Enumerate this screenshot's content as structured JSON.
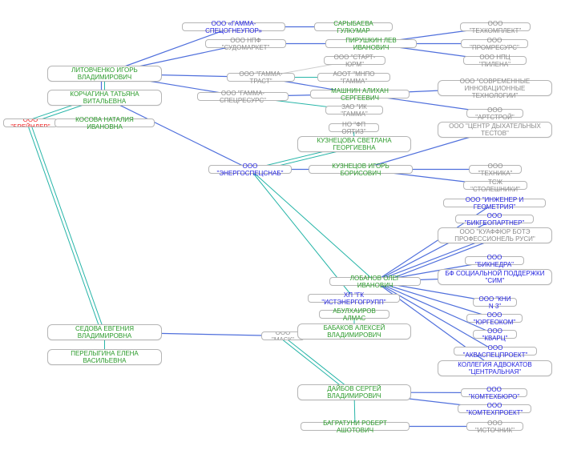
{
  "colors": {
    "person": "#2a9a2a",
    "company_active": "#2323e0",
    "company_inactive": "#8a8a8a",
    "root": "#ee2222",
    "edge_blue": "#4f6fdc",
    "edge_teal": "#27b5a8",
    "edge_gray": "#cccccc"
  },
  "nodes": {
    "breinder": "ООО \"БРЕЙНДЕР\"",
    "kosova": "КОСОВА НАТАЛИЯ ИВАНОВНА",
    "litovchenko": "ЛИТОВЧЕНКО ИГОРЬ\nВЛАДИМИРОВИЧ",
    "korchagina": "КОРЧАГИНА ТАТЬЯНА\nВИТАЛЬЕВНА",
    "sedova": "СЕДОВА ЕВГЕНИЯ\nВЛАДИМИРОВНА",
    "perelygina": "ПЕРЕЛЫГИНА ЕЛЕНА\nВАСИЛЬЕВНА",
    "gamma_spetsogneupor": "ООО «ГАММА-СПЕЦОГНЕУПОР»",
    "sudomarket": "ООО НПФ \"СУДОМАРКЕТ\"",
    "gamma_trast": "ООО \"ГАММА-ТРАСТ\"",
    "gamma_spetsresurs": "ООО \"ГАММА-СПЕЦРЕСУРС\"",
    "sarybaeva": "САРЫБАЕВА ГУЛКУМАР",
    "pirushkin": "ПИРУШКИН ЛЕВ ИВАНОВИЧ",
    "start_yurm": "ООО \"СТАРТ-ЮРМ\"",
    "mnpo_gamma": "АООТ \"МНПО \"ГАММА\"",
    "mashnin": "МАШНИН АЛИХАН СЕРГЕЕВИЧ",
    "ik_gamma": "ЗАО \"ИК \"ГАММА\"",
    "tekhkomplekt": "ООО \"ТЕХКОМПЛЕКТ\"",
    "promresurs": "ООО \"ПРОМРЕСУРС\"",
    "pilena": "ООО НПЦ \"ПИЛЕНА\"",
    "sovr_innov": "ООО \"СОВРЕМЕННЫЕ\nИННОВАЦИОННЫЕ ТЕХНОЛОГИИ\"",
    "artstroy": "ООО \"АРТСТРОЙ\"",
    "fp_oyatiz": "НО \"ФП ОЯТИЗ\"",
    "kuznetsova": "КУЗНЕЦОВА СВЕТЛАНА\nГЕОРГИЕВНА",
    "energospetssnab": "ООО \"ЭНЕРГОСПЕЦСНАБ\"",
    "kuznetsov": "КУЗНЕЦОВ ИГОРЬ БОРИСОВИЧ",
    "tsentr_dykh": "ООО \"ЦЕНТР ДЫХАТЕЛЬНЫХ\nТЕСТОВ\"",
    "tekhnika": "ООО \"ТЕХНИКА\"",
    "stoleshniki": "ТСЖ \"СТОЛЕШНИКИ\"",
    "inzhener": "ООО \"ИНЖЕНЕР И ГЕОМЕТРИЯ\"",
    "bikgeopartner": "ООО \"БИКГЕОПАРТНЕР\"",
    "kuaffyur": "ООО \"КУАФФЮР БОТЭ\nПРОФЕССИОНЕЛЬ РУСИ\"",
    "biknedra": "ООО \"БИКНЕДРА\"",
    "bf_sim": "БФ СОЦИАЛЬНОЙ ПОДДЕРЖКИ\n\"СИМ\"",
    "lobanov": "ЛОБАНОВ ОЛЕГ ИВАНОВИЧ",
    "istenergogrupp": "ХП \"ГК \"ИСТЭНЕРГОГРУПП\"",
    "kni3": "ООО \"КНИ N 3\"",
    "yurgeokom": "ООО \"ЮРГЕОКОМ\"",
    "kvarts": "ООО \"КВАРЦ\"",
    "akvaspetsproekt": "ООО \"АКВАСПЕЦПРОЕКТ\"",
    "kollegiya": "КОЛЛЕГИЯ АДВОКАТОВ\n\"ЦЕНТРАЛЬНАЯ\"",
    "abulkhairov": "АБУЛХАИРОВ АЛМАС",
    "babakov": "БАБАКОВ АЛЕКСЕЙ\nВЛАДИМИРОВИЧ",
    "mask": "ООО \"МАСК\"",
    "daibov": "ДАЙБОВ СЕРГЕЙ ВЛАДИМИРОВИЧ",
    "komtekhbyuro": "ООО \"КОМТЕХБЮРО\"",
    "komtekhproekt": "ООО \"КОМТЕХПРОЕКТ\"",
    "bagratuni": "БАГРАТУНИ РОБЕРТ АШОТОВИЧ",
    "istochnik": "ООО \"ИСТОЧНИК\""
  },
  "edges": [
    [
      "litovchenko",
      "gamma_spetsogneupor",
      "blue"
    ],
    [
      "litovchenko",
      "sudomarket",
      "blue"
    ],
    [
      "litovchenko",
      "gamma_trast",
      "blue"
    ],
    [
      "litovchenko",
      "gamma_spetsresurs",
      "blue"
    ],
    [
      "litovchenko",
      "korchagina",
      "teal"
    ],
    [
      "litovchenko",
      "korchagina",
      "blue"
    ],
    [
      "korchagina",
      "breinder",
      "teal"
    ],
    [
      "korchagina",
      "breinder",
      "teal"
    ],
    [
      "korchagina",
      "energospetssnab",
      "blue"
    ],
    [
      "breinder",
      "sedova",
      "teal"
    ],
    [
      "breinder",
      "sedova",
      "teal"
    ],
    [
      "sedova",
      "perelygina",
      "teal"
    ],
    [
      "sedova",
      "mask",
      "blue"
    ],
    [
      "gamma_spetsogneupor",
      "sarybaeva",
      "blue"
    ],
    [
      "sudomarket",
      "pirushkin",
      "blue"
    ],
    [
      "pirushkin",
      "tekhkomplekt",
      "blue"
    ],
    [
      "pirushkin",
      "promresurs",
      "blue"
    ],
    [
      "pirushkin",
      "pilena",
      "blue"
    ],
    [
      "gamma_trast",
      "start_yurm",
      "gray"
    ],
    [
      "gamma_trast",
      "mnpo_gamma",
      "teal"
    ],
    [
      "gamma_trast",
      "mashnin",
      "blue"
    ],
    [
      "gamma_spetsresurs",
      "mashnin",
      "blue"
    ],
    [
      "gamma_spetsresurs",
      "ik_gamma",
      "teal"
    ],
    [
      "mashnin",
      "sovr_innov",
      "blue"
    ],
    [
      "mashnin",
      "artstroy",
      "blue"
    ],
    [
      "energospetssnab",
      "kuznetsova",
      "teal"
    ],
    [
      "energospetssnab",
      "kuznetsova",
      "teal"
    ],
    [
      "kuznetsova",
      "fp_oyatiz",
      "teal"
    ],
    [
      "energospetssnab",
      "kuznetsov",
      "blue"
    ],
    [
      "kuznetsov",
      "tsentr_dykh",
      "blue"
    ],
    [
      "kuznetsov",
      "tekhnika",
      "blue"
    ],
    [
      "kuznetsov",
      "stoleshniki",
      "blue"
    ],
    [
      "energospetssnab",
      "lobanov",
      "teal"
    ],
    [
      "energospetssnab",
      "istenergogrupp",
      "teal"
    ],
    [
      "lobanov",
      "inzhener",
      "blue"
    ],
    [
      "lobanov",
      "bikgeopartner",
      "blue"
    ],
    [
      "lobanov",
      "kuaffyur",
      "blue"
    ],
    [
      "lobanov",
      "kuaffyur",
      "blue"
    ],
    [
      "lobanov",
      "biknedra",
      "blue"
    ],
    [
      "lobanov",
      "bf_sim",
      "blue"
    ],
    [
      "lobanov",
      "kni3",
      "blue"
    ],
    [
      "lobanov",
      "yurgeokom",
      "blue"
    ],
    [
      "lobanov",
      "kvarts",
      "blue"
    ],
    [
      "lobanov",
      "akvaspetsproekt",
      "blue"
    ],
    [
      "lobanov",
      "kollegiya",
      "blue"
    ],
    [
      "babakov",
      "abulkhairov",
      "teal"
    ],
    [
      "mask",
      "daibov",
      "teal"
    ],
    [
      "mask",
      "daibov",
      "teal"
    ],
    [
      "daibov",
      "bagratuni",
      "teal"
    ],
    [
      "daibov",
      "komtekhbyuro",
      "blue"
    ],
    [
      "daibov",
      "komtekhproekt",
      "blue"
    ],
    [
      "bagratuni",
      "istochnik",
      "blue"
    ]
  ]
}
